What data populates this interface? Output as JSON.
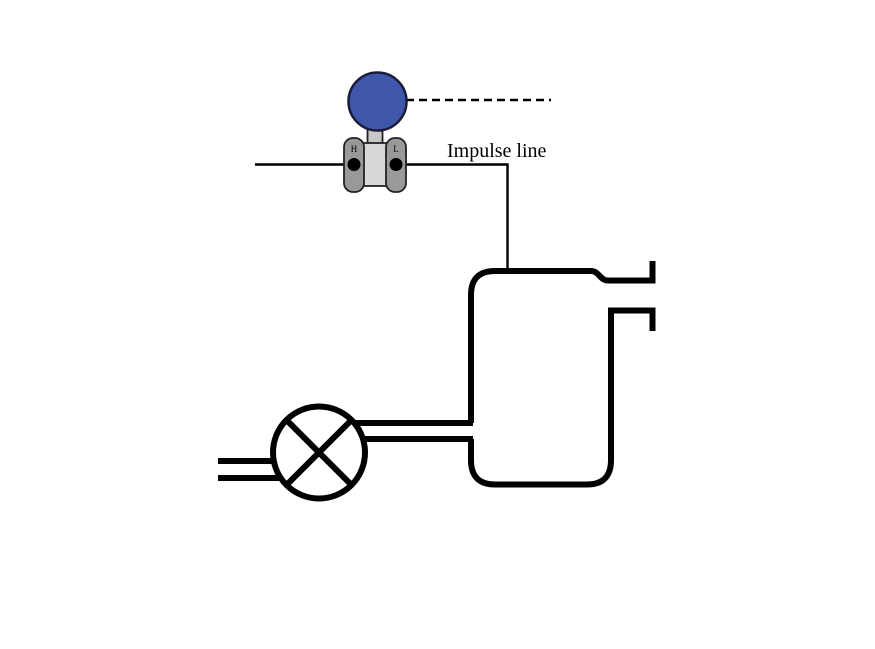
{
  "diagram": {
    "kind": "piping-and-instrumentation-sketch",
    "labels": {
      "impulse_line": "Impulse line",
      "port_high": "H",
      "port_low": "L"
    },
    "colors": {
      "line": "#000000",
      "background": "#ffffff",
      "transmitter_head": "#3e57ab",
      "transmitter_head_outline": "#1c1c3a",
      "flange_gray": "#999999",
      "body_gray": "#d8d8d8",
      "neck_gray": "#c8c8c8"
    },
    "components": [
      {
        "id": "dp-transmitter",
        "description": "differential-pressure-transmitter",
        "ports": [
          "H",
          "L"
        ]
      },
      {
        "id": "impulse-line",
        "description": "impulse-line-to-vessel",
        "label": "Impulse line"
      },
      {
        "id": "signal-dashed-line",
        "description": "dashed-signal-line-from-transmitter-head"
      },
      {
        "id": "vessel",
        "description": "flow-chamber-with-two-right-nozzles"
      },
      {
        "id": "valve",
        "description": "valve-circle-with-cross"
      },
      {
        "id": "inlet-pipe",
        "description": "open-ended-inlet-pipe"
      },
      {
        "id": "valve-vessel-pipe",
        "description": "pipe-from-valve-to-vessel"
      }
    ]
  }
}
